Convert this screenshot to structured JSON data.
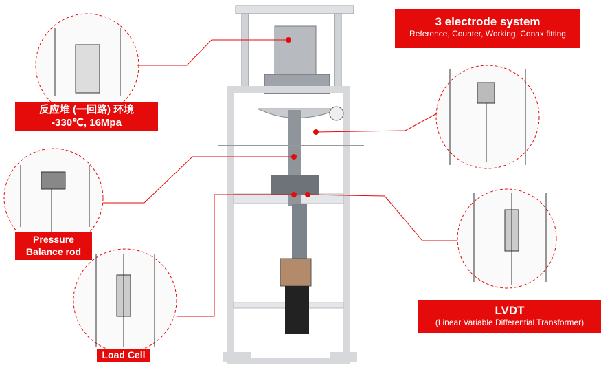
{
  "labels": {
    "electrode_title": "3 electrode system",
    "electrode_sub": "Reference, Counter, Working, Conax fitting",
    "reactor_line1": "反应堆 (一回路) 环境",
    "reactor_line2": "-330℃, 16Mpa",
    "pressure_line1": "Pressure",
    "pressure_line2": "Balance rod",
    "load_cell": "Load Cell",
    "lvdt_title": "LVDT",
    "lvdt_sub": "(Linear Variable Differential Transformer)"
  },
  "colors": {
    "accent": "#e60b0b",
    "frame": "#e9eaec",
    "steel": "#a9adb2"
  }
}
